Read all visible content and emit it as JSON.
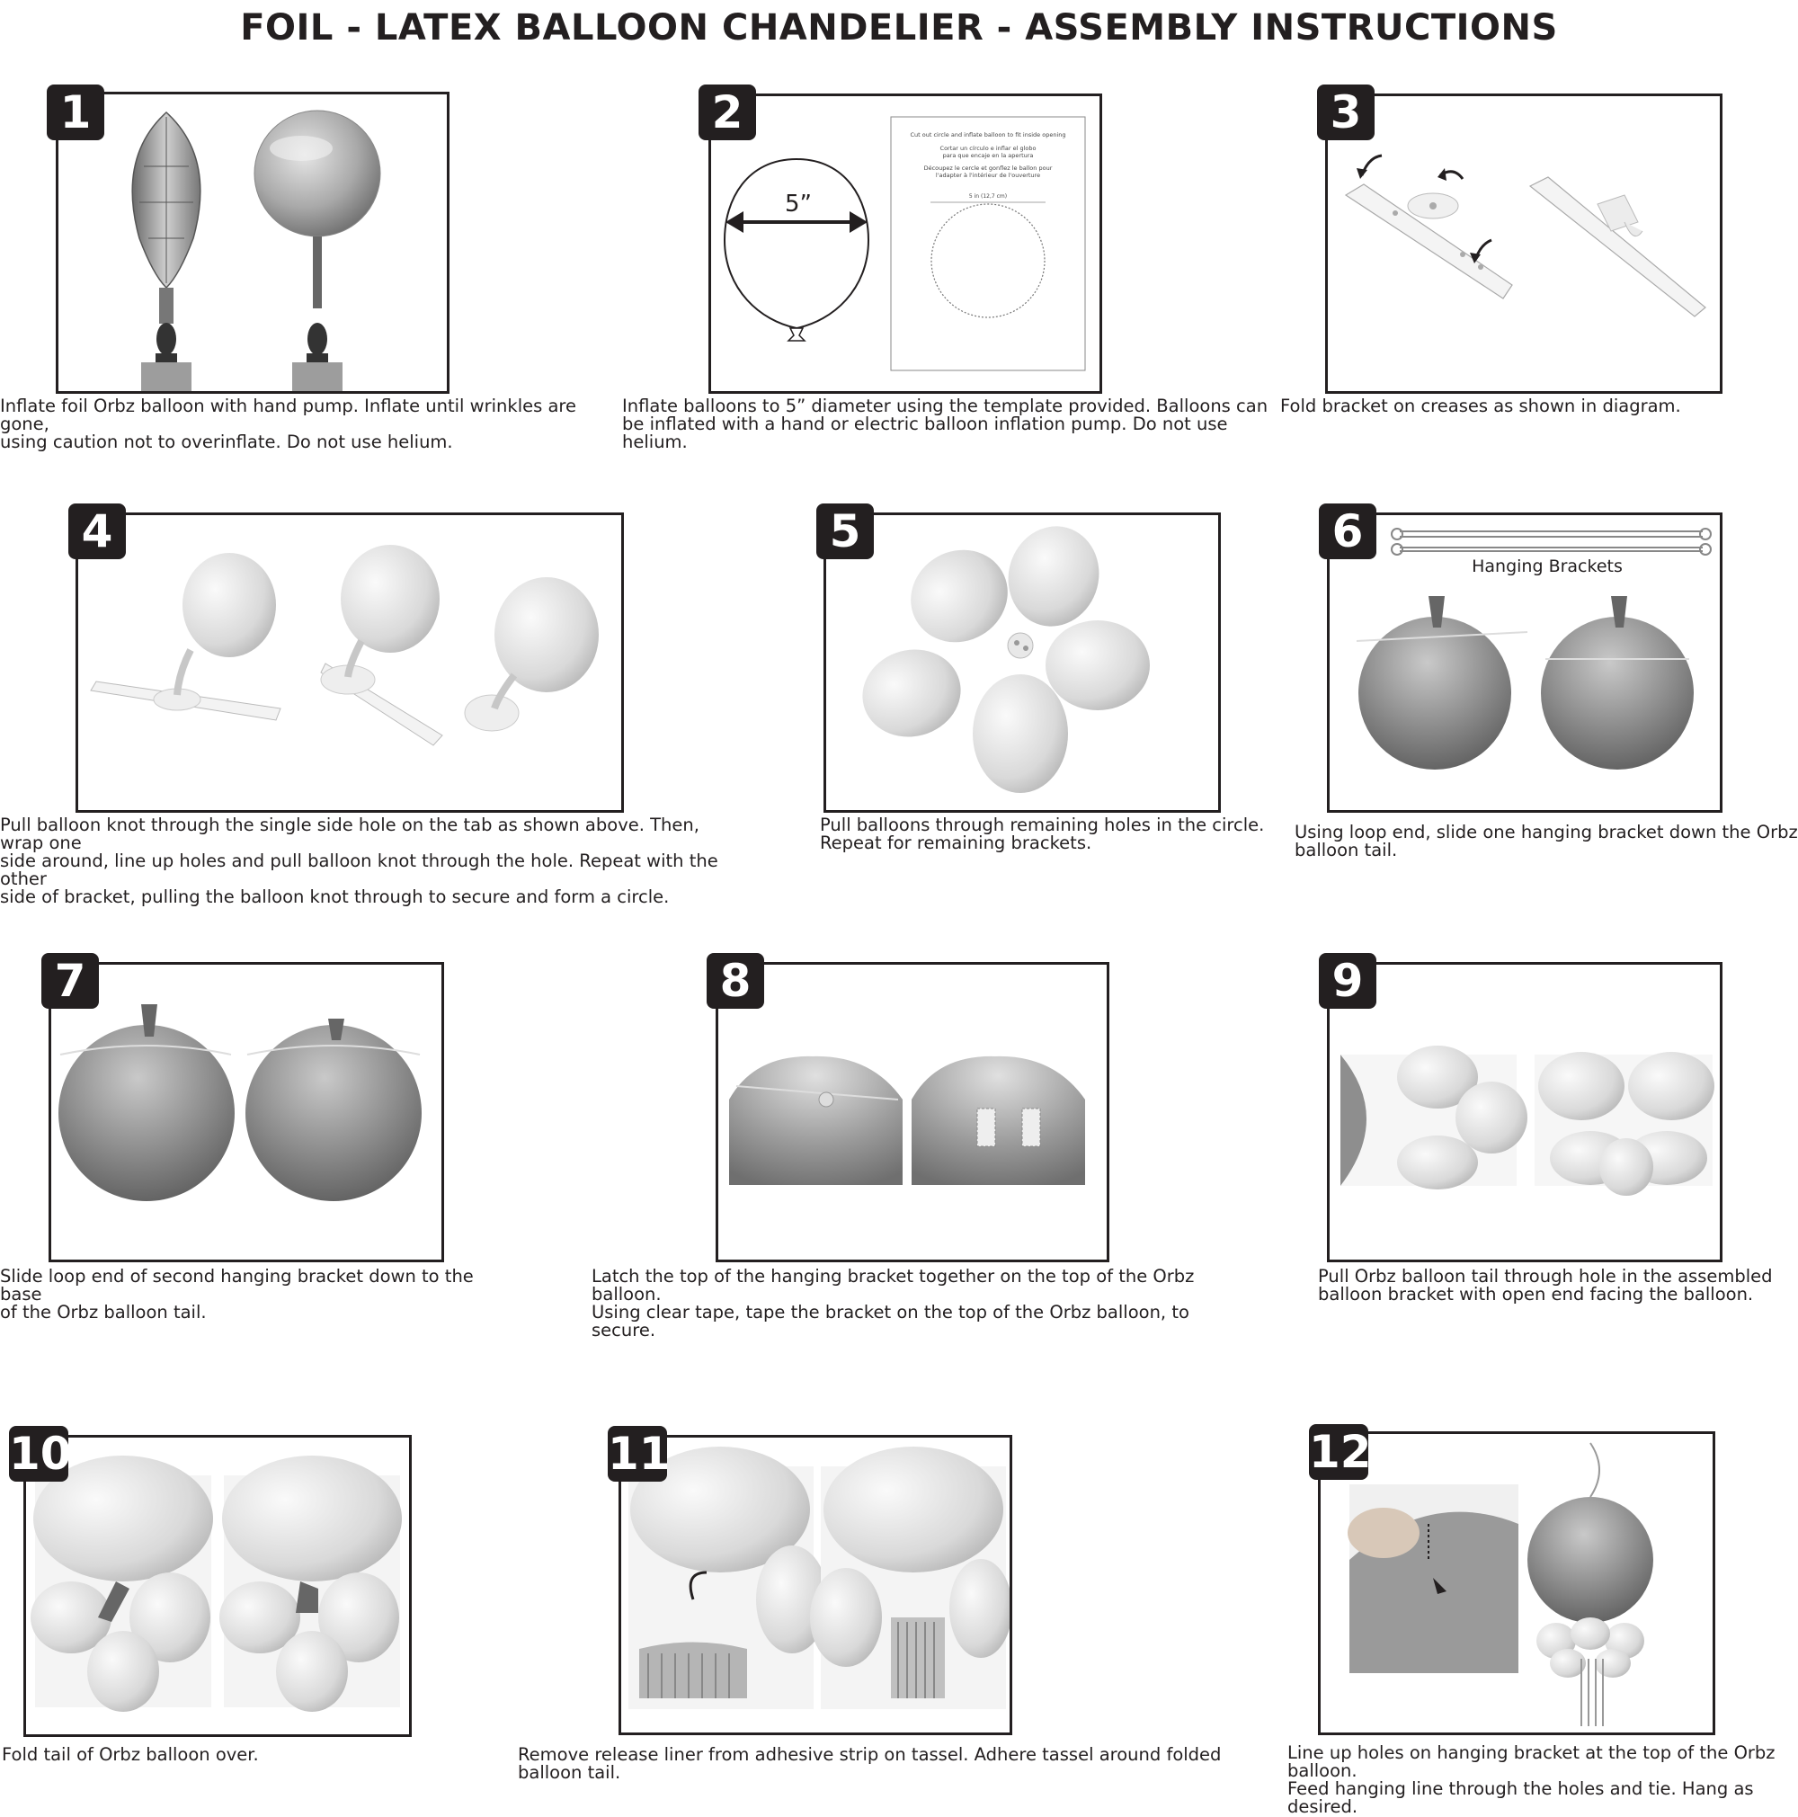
{
  "title": "FOIL - LATEX BALLOON CHANDELIER - ASSEMBLY INSTRUCTIONS",
  "steps": [
    {
      "number": "1",
      "caption": "Inflate foil Orbz balloon with hand pump. Inflate until wrinkles are gone,\nusing caution not to overinflate. Do not use helium."
    },
    {
      "number": "2",
      "caption": "Inflate balloons to 5” diameter using the template provided. Balloons can\nbe inflated with a hand or electric balloon inflation pump. Do not use helium.",
      "diameter_label": "5”"
    },
    {
      "number": "3",
      "caption": "Fold bracket on creases as shown in diagram."
    },
    {
      "number": "4",
      "caption": "Pull balloon knot through the single side hole on the tab as shown above. Then, wrap one\nside around, line up holes and pull balloon knot through the hole. Repeat with the other\nside of bracket, pulling the balloon knot through to secure and form a circle."
    },
    {
      "number": "5",
      "caption": "Pull balloons through remaining holes in the circle.\nRepeat for remaining brackets."
    },
    {
      "number": "6",
      "caption": "Using loop end, slide one hanging bracket down the Orbz\nballoon tail.",
      "label": "Hanging Brackets"
    },
    {
      "number": "7",
      "caption": "Slide loop end of second hanging bracket down to the base\nof the Orbz balloon tail."
    },
    {
      "number": "8",
      "caption": "Latch the top of the hanging bracket together on the top of the Orbz balloon.\nUsing clear tape, tape the bracket on the top of the Orbz balloon, to secure."
    },
    {
      "number": "9",
      "caption": "Pull Orbz balloon tail through hole in the assembled\nballoon bracket with open end facing the balloon."
    },
    {
      "number": "10",
      "caption": "Fold tail of Orbz balloon over."
    },
    {
      "number": "11",
      "caption": "Remove release liner from adhesive strip on tassel. Adhere tassel around folded balloon tail."
    },
    {
      "number": "12",
      "caption": "Line up holes on hanging bracket at the top of the Orbz balloon.\nFeed hanging line through the holes and tie. Hang as desired."
    }
  ],
  "template": {
    "line1": "Cut out circle and inflate balloon to fit inside opening",
    "line2": "Cortar un círculo e inflar el globo",
    "line3": "para que encaje en la apertura",
    "line4": "Découpez le cercle et gonflez le ballon pour",
    "line5": "l'adapter à l'intérieur de l'ouverture",
    "measure": "5 in (12,7 cm)"
  }
}
